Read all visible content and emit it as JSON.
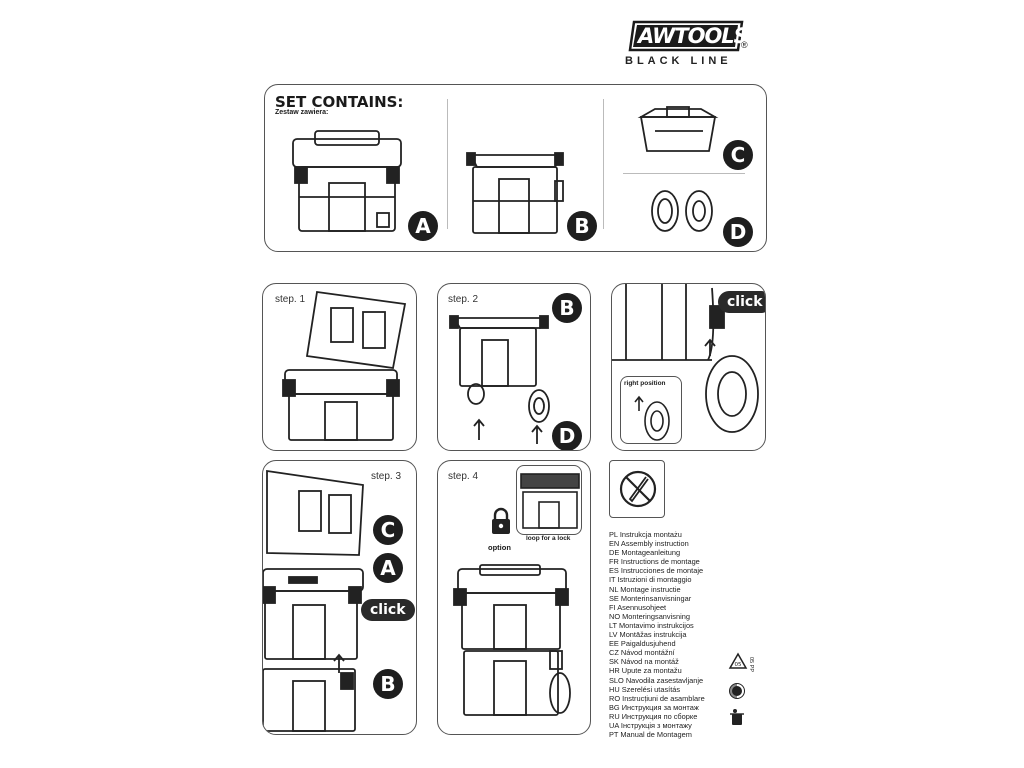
{
  "brand": {
    "logo_text": "AWTOOLS",
    "registered": "®",
    "subline": "BLACK LINE"
  },
  "set_contains": {
    "title": "SET CONTAINS:",
    "subtitle": "Zestaw zawiera:",
    "labels": [
      "A",
      "B",
      "C",
      "D"
    ]
  },
  "steps": {
    "step1": "step. 1",
    "step2": "step. 2",
    "step3": "step. 3",
    "step4": "step. 4",
    "click": "click",
    "right_position": "right position",
    "option": "option",
    "loop_for_lock": "loop for a lock"
  },
  "languages": [
    "PL Instrukcja montażu",
    "EN Assembly instruction",
    "DE Montageanleitung",
    "FR Instructions de montage",
    "ES Instrucciones de montaje",
    "IT Istruzioni di montaggio",
    "NL Montage instructie",
    "SE Monterinsanvisningar",
    "FI Asennusohjeet",
    "NO Monteringsanvisning",
    "LT Montavimo instrukcijos",
    "LV Montāžas instrukcija",
    "EE Paigaldusjuhend",
    "CZ Návod montážní",
    "SK Návod na montáž",
    "HR Upute za montažu",
    "SLO Navodila zasestavljanje",
    "HU Szerelési utasítás",
    "RO Instrucțiuni de asamblare",
    "BG Инструкция за монтаж",
    "RU Инструкция по сборке",
    "UA Інструкція з монтажу",
    "PT Manual de Montagem"
  ],
  "recycle_code": "05 PP"
}
